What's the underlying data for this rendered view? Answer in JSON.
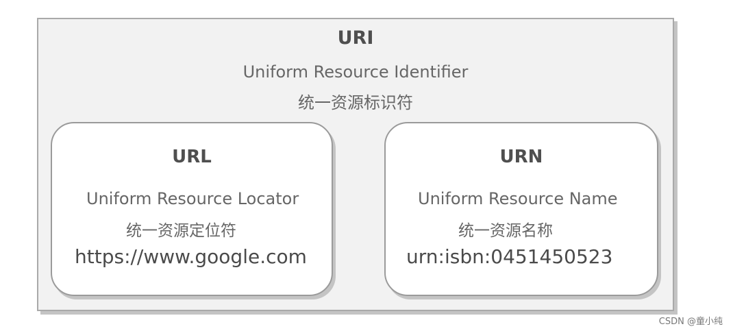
{
  "uri": {
    "title": "URI",
    "english": "Uniform Resource Identifier",
    "chinese": "统一资源标识符"
  },
  "url": {
    "title": "URL",
    "english": "Uniform Resource Locator",
    "chinese": "统一资源定位符",
    "example": "https://www.google.com"
  },
  "urn": {
    "title": "URN",
    "english": "Uniform Resource Name",
    "chinese": "统一资源名称",
    "example": "urn:isbn:0451450523"
  },
  "watermark": "CSDN @童小纯"
}
